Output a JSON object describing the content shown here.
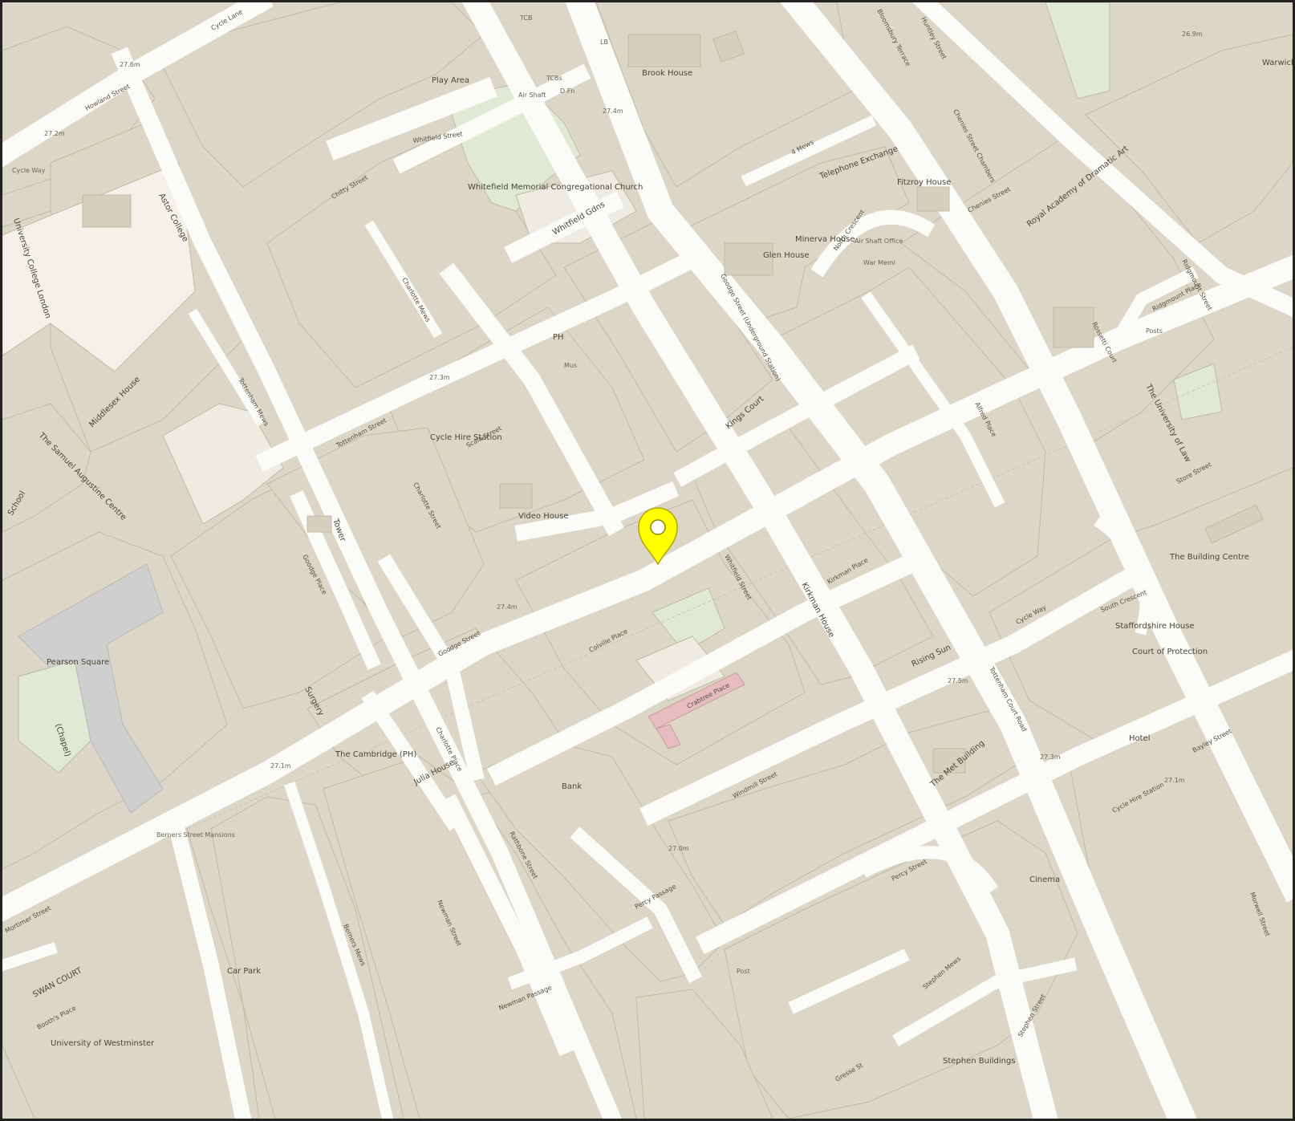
{
  "map": {
    "colors": {
      "land": "#dcd6c8",
      "building": "#d6cfbd",
      "road": "#fbfbf8",
      "park": "#dfe9d4",
      "pedestrian": "#e6bcc0",
      "square": "#cfcfcf",
      "marker": "#ffff00",
      "marker_outline": "#b0a800"
    },
    "marker": {
      "label": "",
      "icon": "map-pin-icon"
    },
    "street_labels": [
      "Cycle Lane",
      "Howland Street",
      "Whitfield Street",
      "Chitty Street",
      "Charlotte Mews",
      "Tottenham Mews",
      "Tottenham Street",
      "Scala Street",
      "Charlotte Street",
      "Goodge Place",
      "Goodge Street",
      "Colville Place",
      "Whitfield Street",
      "Crabtree Place",
      "Windmill Street",
      "Charlotte Place",
      "Rathbone Street",
      "Newman Street",
      "Berners Mews",
      "Percy Street",
      "Percy Passage",
      "Newman Passage",
      "Stephen Mews",
      "Stephen Street",
      "Gresse St",
      "Kirkman Place",
      "Alfred Place",
      "Tottenham Court Road",
      "Chenies Street",
      "Ridgmount Street",
      "Ridgmount Place",
      "Store Street",
      "South Crescent",
      "North Crescent",
      "Bayley Street",
      "Morwell Street",
      "Huntley Street",
      "Bloomsbury Terrace",
      "Chenies Street Chambers",
      "4 Mews",
      "Rossetti Court",
      "Mortimer Street",
      "Booth's Place",
      "Cycle Way",
      "Cycle Hire Station",
      "Goodge Street (Underground Station)"
    ],
    "place_labels": [
      "Play Area",
      "Air Shaft",
      "TCBs",
      "D Fn",
      "Brook House",
      "TCB",
      "LB",
      "Whitefield Memorial Congregational Church",
      "Whitfield Gdns",
      "Minerva House",
      "Glen House",
      "Telephone Exchange",
      "Fitzroy House",
      "Air Shaft Office",
      "War Meml",
      "Royal Academy of Dramatic Art",
      "Posts",
      "The University of Law",
      "Astor College",
      "University College London",
      "Middlesex House",
      "The Samuel Augustine Centre",
      "Cycle Hire Station",
      "PH",
      "Mus",
      "Kings Court",
      "Video House",
      "Tower",
      "Surgery",
      "Pearson Square",
      "(Chapel)",
      "The Cambridge (PH)",
      "Julia House",
      "Bank",
      "Kirkman House",
      "Rising Sun",
      "The Met Building",
      "Hotel",
      "Staffordshire House",
      "Court of Protection",
      "The Building Centre",
      "Cinema",
      "Stephen Buildings",
      "University of Westminster",
      "SWAN COURT",
      "Berners Street Mansions",
      "Car Park",
      "Post",
      "Warwick",
      "School",
      "Cycle Way"
    ],
    "spot_heights": [
      "27.6m",
      "27.2m",
      "27.4m",
      "27.3m",
      "27.4m",
      "27.1m",
      "27.0m",
      "27.5m",
      "27.3m",
      "27.1m",
      "26.9m"
    ]
  }
}
